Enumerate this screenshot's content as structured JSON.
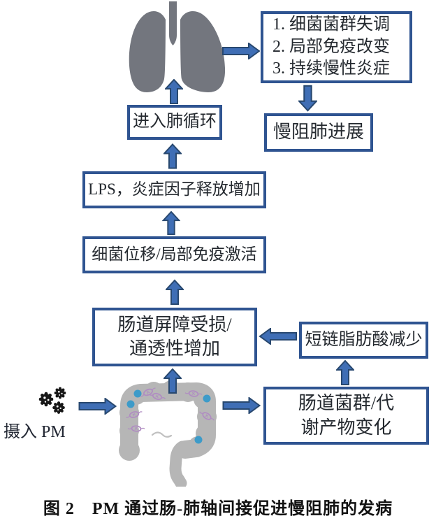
{
  "figure": {
    "caption": "图 2　PM 通过肠-肺轴间接促进慢阻肺的发病"
  },
  "nodes": {
    "lung_effects": {
      "lines": [
        "1. 细菌菌群失调",
        "2. 局部免疫改变",
        "3. 持续慢性炎症"
      ]
    },
    "copd_progression": "慢阻肺进展",
    "enter_pulmonary_circulation": "进入肺循环",
    "lps_inflammation": "LPS，炎症因子释放增加",
    "bacteria_translocation": "细菌位移/局部免疫激活",
    "gut_barrier": {
      "lines": [
        "肠道屏障受损/",
        "通透性增加"
      ]
    },
    "scfa_decrease": "短链脂肪酸减少",
    "gut_microbiota": {
      "lines": [
        "肠道菌群/代",
        "谢产物变化"
      ]
    },
    "pm_intake_label": "摄入 PM"
  },
  "edges": [
    {
      "from": "pm_particles",
      "to": "intestine"
    },
    {
      "from": "intestine",
      "to": "gut_microbiota"
    },
    {
      "from": "gut_microbiota",
      "to": "scfa_decrease"
    },
    {
      "from": "scfa_decrease",
      "to": "gut_barrier"
    },
    {
      "from": "intestine",
      "to": "gut_barrier"
    },
    {
      "from": "gut_barrier",
      "to": "bacteria_translocation"
    },
    {
      "from": "bacteria_translocation",
      "to": "lps_inflammation"
    },
    {
      "from": "lps_inflammation",
      "to": "enter_pulmonary_circulation"
    },
    {
      "from": "enter_pulmonary_circulation",
      "to": "lungs"
    },
    {
      "from": "lungs",
      "to": "lung_effects"
    },
    {
      "from": "lung_effects",
      "to": "copd_progression"
    }
  ],
  "colors": {
    "background": "#ffffff",
    "box_border": "#2f5491",
    "arrow_fill": "#3f6eb5",
    "arrow_outline": "#28486f",
    "text": "#24292f",
    "lung_gray": "#73767e",
    "intestine_gray": "#b6b6b6",
    "microbe_dot_blue": "#3d9bc9",
    "bacteria_purple": "#b08cc2",
    "pm_black": "#171717"
  }
}
